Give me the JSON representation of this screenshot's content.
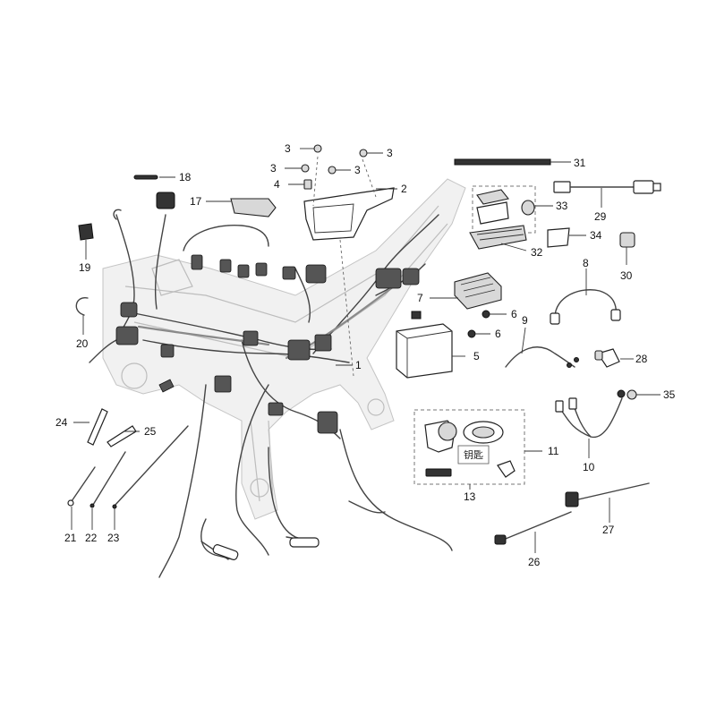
{
  "callouts": {
    "c1": "1",
    "c2": "2",
    "c3a": "3",
    "c3b": "3",
    "c3c": "3",
    "c3d": "3",
    "c4": "4",
    "c5": "5",
    "c6a": "6",
    "c6b": "6",
    "c7": "7",
    "c8": "8",
    "c9": "9",
    "c10": "10",
    "c11": "11",
    "c13": "13",
    "c17": "17",
    "c18": "18",
    "c19": "19",
    "c20": "20",
    "c21": "21",
    "c22": "22",
    "c23": "23",
    "c24": "24",
    "c25": "25",
    "c26": "26",
    "c27": "27",
    "c28": "28",
    "c29": "29",
    "c30": "30",
    "c31": "31",
    "c32": "32",
    "c33": "33",
    "c34": "34",
    "c35": "35"
  },
  "key_label": "钥匙"
}
